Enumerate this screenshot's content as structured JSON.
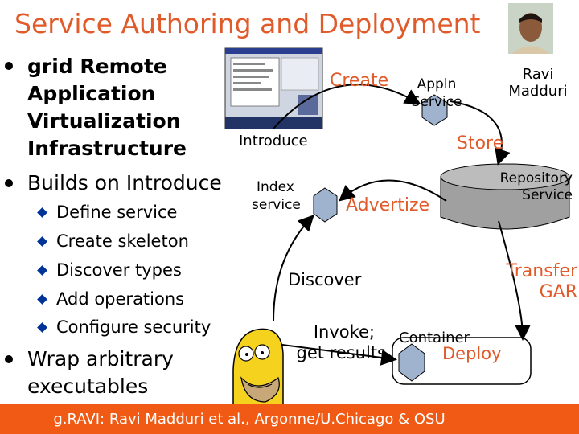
{
  "slide": {
    "title": "Service Authoring and Deployment",
    "bullets": {
      "b1_line1_a": "grid ",
      "b1_line1_b": "R",
      "b1_line1_c": "emote",
      "b1_line2_a": "A",
      "b1_line2_b": "pplication",
      "b1_line3_a": "V",
      "b1_line3_b": "irtualization",
      "b1_line4": "Infrastructure",
      "b2": "Builds on Introduce",
      "subs": [
        "Define service",
        "Create skeleton",
        "Discover types",
        "Add operations",
        "Configure security"
      ],
      "b3_line1": "Wrap arbitrary",
      "b3_line2": "executables"
    },
    "presenter": {
      "first": "Ravi",
      "last": "Madduri"
    },
    "diagram": {
      "create": "Create",
      "appln_1": "Appln",
      "appln_2": "Service",
      "introduce": "Introduce",
      "store": "Store",
      "index_1": "Index",
      "index_2": "service",
      "advertize": "Advertize",
      "repo_1": "Repository",
      "repo_2": "Service",
      "transfer_1": "Transfer",
      "transfer_2": "GAR",
      "discover": "Discover",
      "invoke_1": "Invoke;",
      "invoke_2": "get results",
      "container": "Container",
      "deploy": "Deploy"
    },
    "footer": "g.RAVI: Ravi Madduri et al., Argonne/U.Chicago & OSU",
    "colors": {
      "title": "#e05a2a",
      "footer_bg": "#f05a14",
      "hexagon": "#9fb3cf",
      "arrow": "#000000",
      "diamond_bullet": "#003399"
    }
  }
}
